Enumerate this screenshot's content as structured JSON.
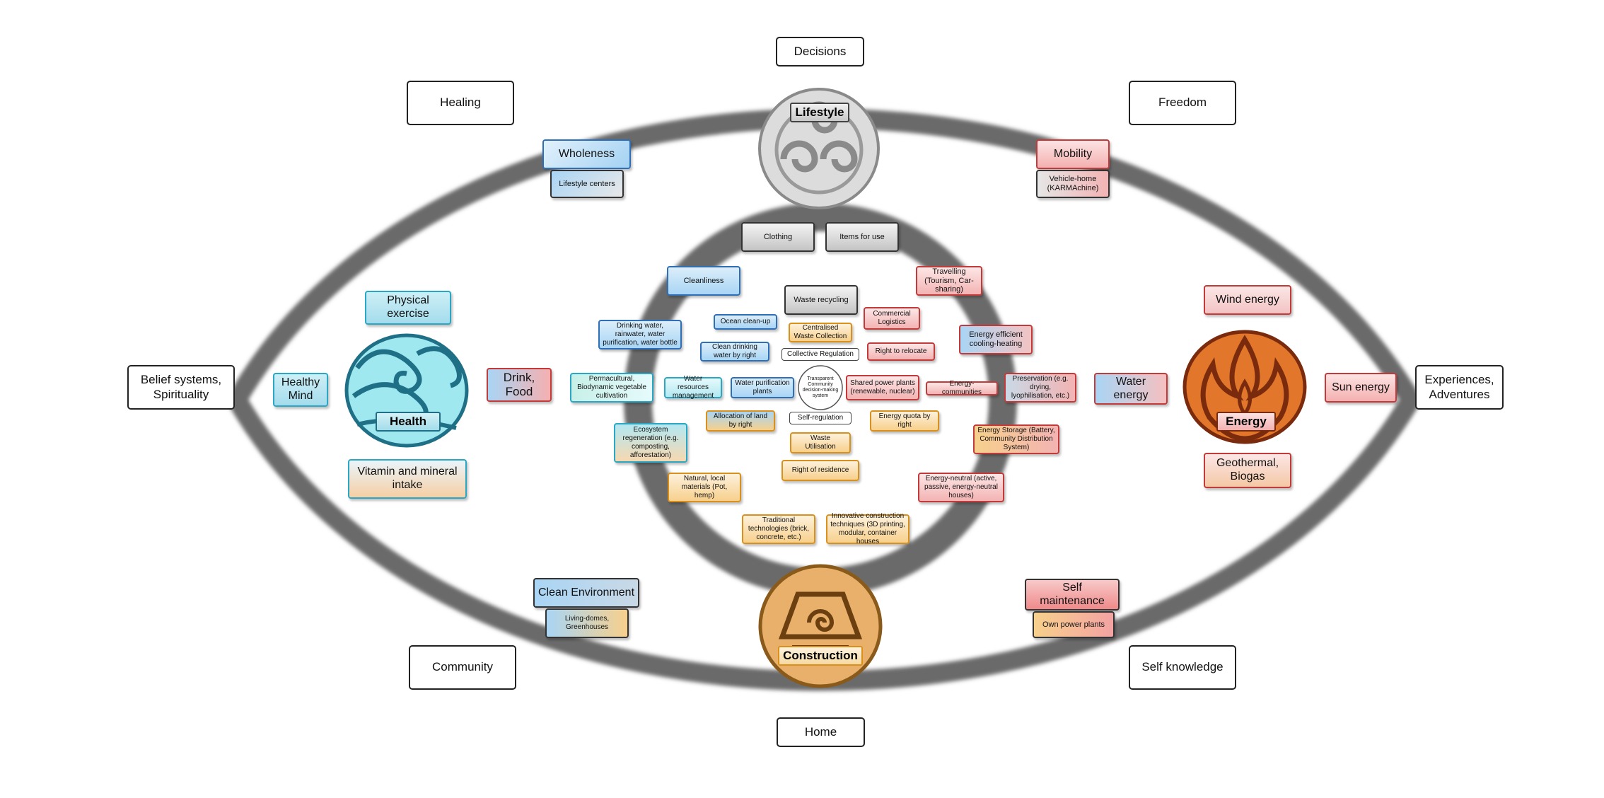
{
  "outer_labels": {
    "decisions": "Decisions",
    "healing": "Healing",
    "freedom": "Freedom",
    "belief": "Belief systems, Spirituality",
    "experiences": "Experiences, Adventures",
    "community": "Community",
    "self_knowledge": "Self knowledge",
    "home": "Home"
  },
  "elements": {
    "lifestyle": "Lifestyle",
    "health": "Health",
    "energy": "Energy",
    "construction": "Construction"
  },
  "lifestyle_items": {
    "wholeness": "Wholeness",
    "lifestyle_centers": "Lifestyle centers",
    "mobility": "Mobility",
    "vehicle_home": "Vehicle-home (KARMAchine)",
    "clothing": "Clothing",
    "items_for_use": "Items for use"
  },
  "health_items": {
    "physical_exercise": "Physical exercise",
    "healthy_mind": "Healthy Mind",
    "vitamin": "Vitamin and mineral intake",
    "drink_food": "Drink, Food",
    "clean_environment": "Clean Environment",
    "living_domes": "Living-domes, Greenhouses"
  },
  "energy_items": {
    "wind": "Wind energy",
    "water": "Water energy",
    "sun": "Sun energy",
    "geothermal": "Geothermal, Biogas",
    "self_maintenance": "Self maintenance",
    "own_power": "Own power plants"
  },
  "inner_items": {
    "cleanliness": "Cleanliness",
    "waste_recycling": "Waste recycling",
    "travelling": "Travelling (Tourism, Car-sharing)",
    "ocean_cleanup": "Ocean clean-up",
    "drinking_water": "Drinking water, rainwater, water purification, water bottle",
    "centralised_waste": "Centralised Waste Collection",
    "commercial_logistics": "Commercial Logistics",
    "energy_efficient": "Energy efficient cooling-heating",
    "clean_drinking": "Clean drinking water by right",
    "collective_regulation": "Collective Regulation",
    "right_to_relocate": "Right to relocate",
    "permacultural": "Permacultural, Biodynamic vegetable cultivation",
    "water_resources": "Water resources management",
    "water_purification_plants": "Water purification plants",
    "center": "Transparent Community decision-making system",
    "shared_power": "Shared power plants (renewable, nuclear)",
    "energy_communities": "Energy-communities",
    "preservation": "Preservation (e.g. drying, lyophilisation, etc.)",
    "allocation_land": "Allocation of land by right",
    "self_regulation": "Self-regulation",
    "energy_quota": "Energy quota by right",
    "ecosystem": "Ecosystem regeneration (e.g. composting, afforestation)",
    "waste_utilisation": "Waste Utilisation",
    "energy_storage": "Energy Storage (Battery, Community Distribution System)",
    "right_of_residence": "Right of residence",
    "natural_materials": "Natural, local materials (Pot, hemp)",
    "energy_neutral": "Energy-neutral (active, passive, energy-neutral houses)",
    "traditional_tech": "Traditional technologies (brick, concrete, etc.)",
    "innovative_construction": "Innovative construction techniques (3D printing, modular, container houses"
  },
  "colors": {
    "ring": "#6b6b6b",
    "blue": "#a9d5f5",
    "cyan": "#b3e8f2",
    "red": "#f3b3b3",
    "orange": "#f7d08c",
    "health_circle": "#9fe8f0",
    "energy_circle": "#e2762a",
    "construction_circle": "#e8b06b",
    "lifestyle_circle": "#d9d9d9"
  }
}
